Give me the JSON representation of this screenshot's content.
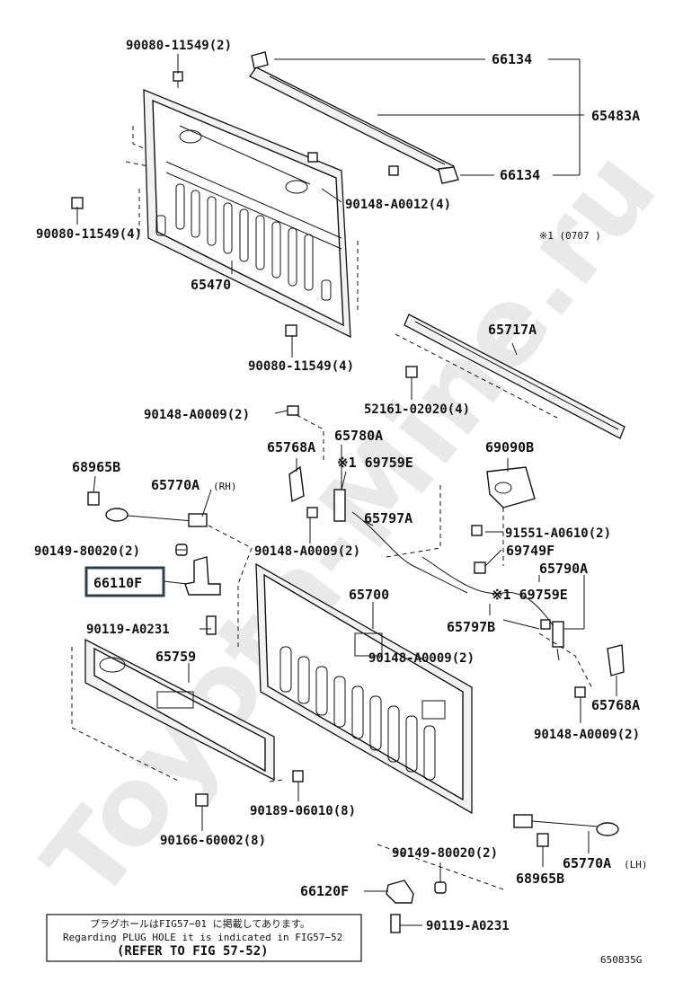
{
  "watermark": "Toyota-Mine.ru",
  "figure_code": "650835G",
  "note_box": {
    "line1": "プラグホールはFIG57−01 に掲載してあります。",
    "line2": "Regarding PLUG HOLE  it is indicated in FIG57−52",
    "line3": "(REFER TO FIG 57-52)"
  },
  "remark": "※1 (0707      )",
  "labels": {
    "p90080_top": "90080-11549(2)",
    "p66134_top": "66134",
    "p65483A": "65483A",
    "p66134_bot": "66134",
    "p90148_A0012": "90148-A0012(4)",
    "p90080_left": "90080-11549(4)",
    "p65470": "65470",
    "p90080_bot": "90080-11549(4)",
    "p65717A": "65717A",
    "p52161": "52161-02020(4)",
    "p90148_A0009_a": "90148-A0009(2)",
    "p65768A_top": "65768A",
    "p65780A": "65780A",
    "p69759E_top": "※1 69759E",
    "p69090B": "69090B",
    "p68965B_top": "68965B",
    "p65770A_rh": "65770A",
    "p65770A_rh_suffix": "(RH)",
    "p65797A": "65797A",
    "p91551": "91551-A0610(2)",
    "p90149_top": "90149-80020(2)",
    "p90148_A0009_b": "90148-A0009(2)",
    "p69749F": "69749F",
    "p66110F": "66110F",
    "p65790A": "65790A",
    "p65700": "65700",
    "p69759E_mid": "※1 69759E",
    "p90119_top": "90119-A0231",
    "p65797B": "65797B",
    "p65759": "65759",
    "p90148_A0009_c": "90148-A0009(2)",
    "p65768A_bot": "65768A",
    "p90148_A0009_d": "90148-A0009(2)",
    "p90189": "90189-06010(8)",
    "p90166": "90166-60002(8)",
    "p90149_bot": "90149-80020(2)",
    "p68965B_bot": "68965B",
    "p65770A_lh": "65770A",
    "p65770A_lh_suffix": "(LH)",
    "p66120F": "66120F",
    "p90119_bot": "90119-A0231"
  }
}
